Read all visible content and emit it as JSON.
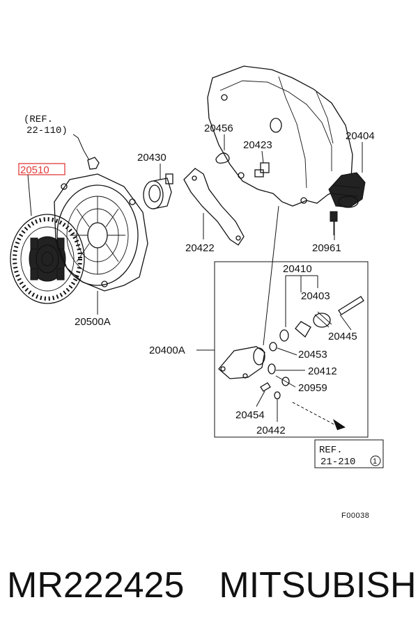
{
  "diagram": {
    "ref_top": [
      "(REF.",
      "22-110)"
    ],
    "ref_bottom": [
      "REF.",
      "21-210"
    ],
    "ref_bottom_circled": "1",
    "figure_code": "F00038",
    "parts": {
      "p20510": "20510",
      "p20500A": "20500A",
      "p20430": "20430",
      "p20456": "20456",
      "p20423": "20423",
      "p20404": "20404",
      "p20422": "20422",
      "p20961": "20961",
      "p20410": "20410",
      "p20403": "20403",
      "p20445": "20445",
      "p20453": "20453",
      "p20400A": "20400A",
      "p20412": "20412",
      "p20959": "20959",
      "p20454": "20454",
      "p20442": "20442"
    }
  },
  "footer": {
    "part_number": "MR222425",
    "brand": "MITSUBISHI"
  },
  "colors": {
    "highlight": "#e23b3b",
    "ink": "#111111"
  }
}
